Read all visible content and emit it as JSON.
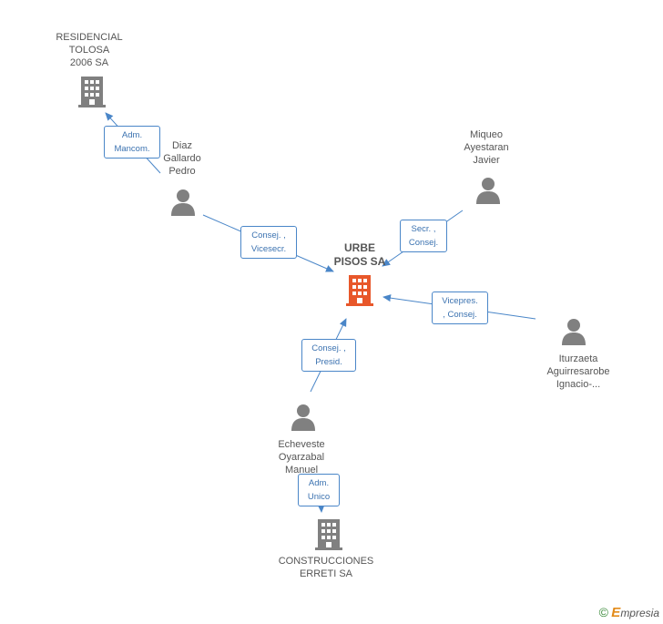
{
  "colors": {
    "edge": "#4a86c8",
    "person": "#808080",
    "company": "#808080",
    "main_company": "#e8572a"
  },
  "nodes": {
    "main": {
      "label": "URBE\nPISOS SA",
      "icon": "building-icon"
    },
    "residencial": {
      "label": "RESIDENCIAL\nTOLOSA\n2006 SA",
      "icon": "building-icon"
    },
    "diaz": {
      "label": "Diaz\nGallardo\nPedro",
      "icon": "person-icon"
    },
    "miqueo": {
      "label": "Miqueo\nAyestaran\nJavier",
      "icon": "person-icon"
    },
    "iturzaeta": {
      "label": "Iturzaeta\nAguirresarobe\nIgnacio-...",
      "icon": "person-icon"
    },
    "echeveste": {
      "label": "Echeveste\nOyarzabal\nManuel",
      "icon": "person-icon"
    },
    "construcciones": {
      "label": "CONSTRUCCIONES\nERRETI SA",
      "icon": "building-icon"
    }
  },
  "edges": {
    "diaz_residencial": "Adm.\nMancom.",
    "diaz_main": "Consej. ,\nVicesecr.",
    "miqueo_main": "Secr. ,\nConsej.",
    "iturzaeta_main": "Vicepres.\n, Consej.",
    "echeveste_main": "Consej. ,\nPresid.",
    "echeveste_construcciones": "Adm.\nUnico"
  },
  "footer": {
    "copyright": "©",
    "brand_first": "E",
    "brand_rest": "mpresia"
  }
}
